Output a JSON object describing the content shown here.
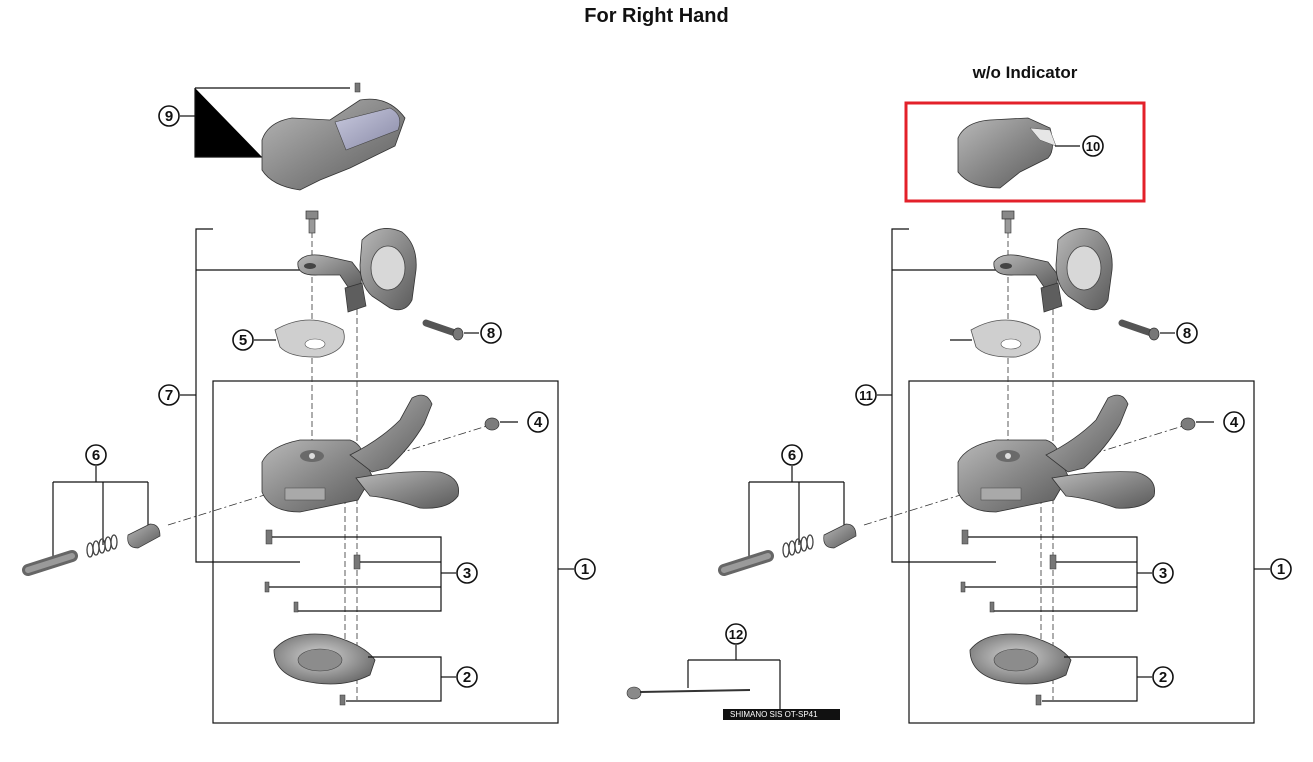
{
  "title": "For Right Hand",
  "subtitle": "w/o Indicator",
  "colors": {
    "highlight_box": "#e3202a",
    "part_fill": "#8a8a8a",
    "part_dark": "#555555",
    "part_light": "#c4c4c4",
    "indicator_window": "#a7a8c0",
    "line": "#111111"
  },
  "callouts": {
    "left": [
      "9",
      "7",
      "5",
      "8",
      "4",
      "6",
      "3",
      "2",
      "1"
    ],
    "right": [
      "10",
      "11",
      "8",
      "4",
      "6",
      "3",
      "2",
      "1"
    ],
    "cable": "12"
  },
  "cable_print": "SHIMANO SIS OT-SP41",
  "highlighted_part": "10"
}
